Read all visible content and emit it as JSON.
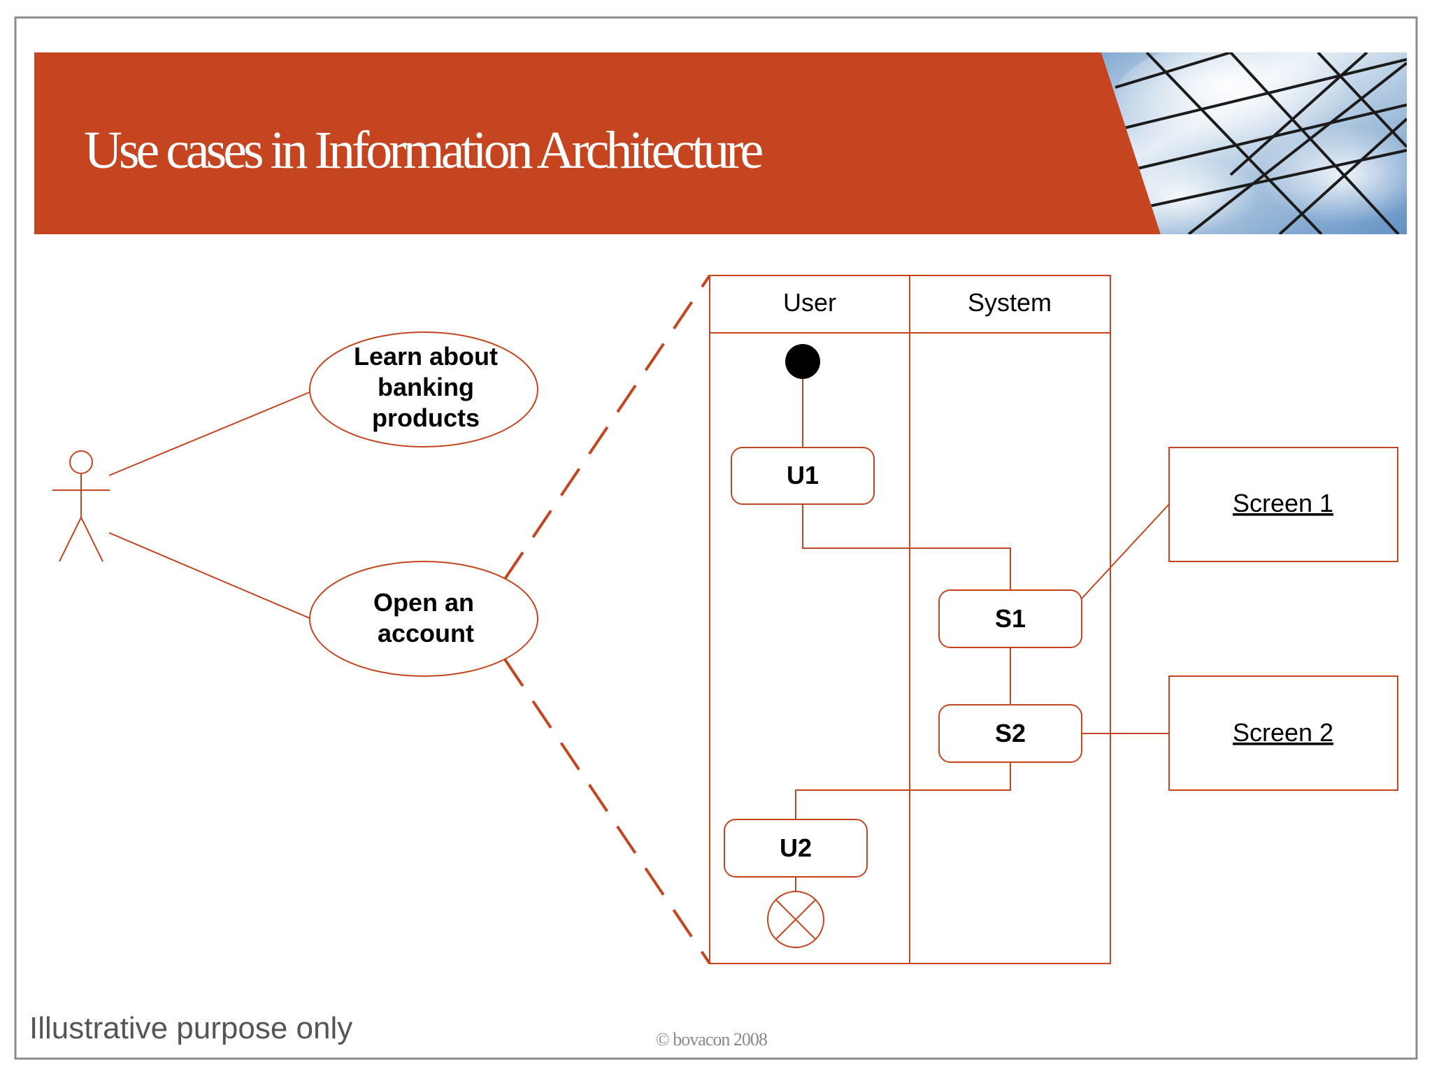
{
  "slide": {
    "title": "Use cases in Information Architecture",
    "footnote": "Illustrative purpose only",
    "copyright": "© bovacon 2008"
  },
  "colors": {
    "banner": "#c4451f",
    "line": "#c4451f",
    "frame": "#8c8c8c",
    "text": "#000000",
    "footnote": "#555555"
  },
  "use_cases": [
    {
      "id": "learn",
      "lines": [
        "Learn about",
        "banking",
        "products"
      ]
    },
    {
      "id": "open",
      "lines": [
        "Open an",
        "account"
      ]
    }
  ],
  "swimlanes": {
    "user": "User",
    "system": "System"
  },
  "activities": {
    "u1": "U1",
    "s1": "S1",
    "s2": "S2",
    "u2": "U2"
  },
  "screens": {
    "screen1": "Screen 1",
    "screen2": "Screen 2"
  },
  "icons": {
    "actor": "stick-figure-actor-icon",
    "start": "initial-node-icon",
    "end": "flow-final-node-icon"
  }
}
